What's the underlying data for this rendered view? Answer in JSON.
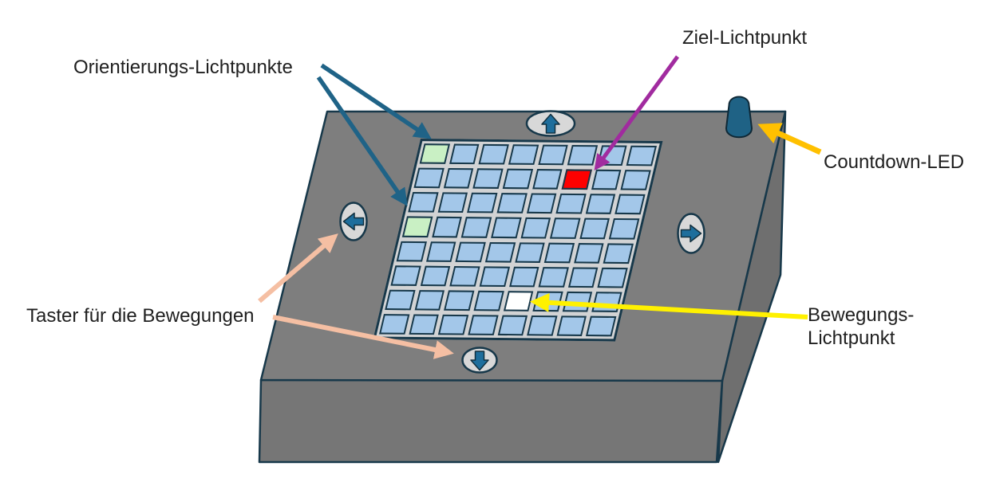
{
  "labels": {
    "orientation": "Orientierungs-Lichtpunkte",
    "target": "Ziel-Lichtpunkt",
    "countdown": "Countdown-LED",
    "buttons": "Taster für die Bewegungen",
    "movement_line1": "Bewegungs-",
    "movement_line2": "Lichtpunkt"
  },
  "grid": {
    "rows": 8,
    "cols": 8,
    "cell_default_color": "#A3C7E9",
    "special_cells": [
      {
        "row": 0,
        "col": 0,
        "type": "orientation",
        "color": "#C9F0C4"
      },
      {
        "row": 3,
        "col": 0,
        "type": "orientation",
        "color": "#C9F0C4"
      },
      {
        "row": 1,
        "col": 5,
        "type": "target",
        "color": "#FE0000"
      },
      {
        "row": 6,
        "col": 4,
        "type": "movement",
        "color": "#FFFFFF"
      }
    ]
  },
  "device": {
    "buttons": [
      "up",
      "left",
      "right",
      "down"
    ],
    "countdown_led": "Countdown-LED"
  },
  "colors": {
    "box_top": "#7E7E7E",
    "box_front": "#767676",
    "box_side": "#6F6F6F",
    "outline": "#17384A",
    "button_face": "#D8D8D8",
    "button_arrow": "#1E6E9C",
    "led": "#1F6285",
    "arrow_teal": "#1F6387",
    "arrow_purple": "#A12B9F",
    "arrow_orange": "#FFC000",
    "arrow_yellow": "#FFF100",
    "arrow_salmon": "#F5BFA3"
  }
}
